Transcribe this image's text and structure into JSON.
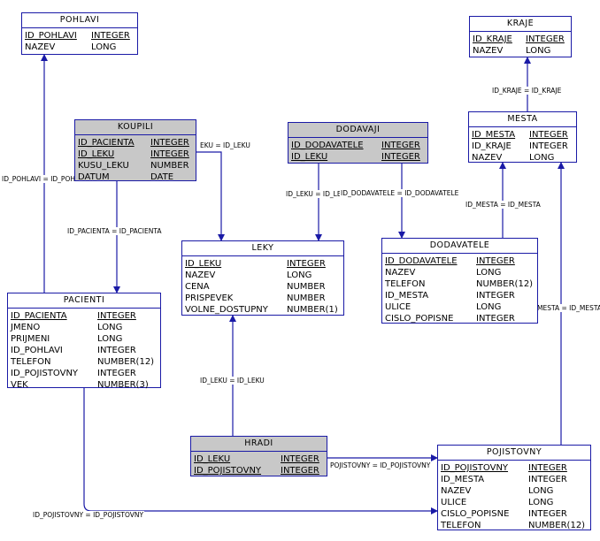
{
  "entities": {
    "pohlavi": {
      "name": "POHLAVI",
      "columns": [
        {
          "name": "ID_POHLAVI",
          "type": "INTEGER",
          "pk": true
        },
        {
          "name": "NAZEV",
          "type": "LONG",
          "pk": false
        }
      ]
    },
    "kraje": {
      "name": "KRAJE",
      "columns": [
        {
          "name": "ID_KRAJE",
          "type": "INTEGER",
          "pk": true
        },
        {
          "name": "NAZEV",
          "type": "LONG",
          "pk": false
        }
      ]
    },
    "koupili": {
      "name": "KOUPILI",
      "columns": [
        {
          "name": "ID_PACIENTA",
          "type": "INTEGER",
          "pk": true
        },
        {
          "name": "ID_LEKU",
          "type": "INTEGER",
          "pk": true
        },
        {
          "name": "KUSU_LEKU",
          "type": "NUMBER",
          "pk": false
        },
        {
          "name": "DATUM",
          "type": "DATE",
          "pk": false
        }
      ]
    },
    "dodavaji": {
      "name": "DODAVAJI",
      "columns": [
        {
          "name": "ID_DODAVATELE",
          "type": "INTEGER",
          "pk": true
        },
        {
          "name": "ID_LEKU",
          "type": "INTEGER",
          "pk": true
        }
      ]
    },
    "mesta": {
      "name": "MESTA",
      "columns": [
        {
          "name": "ID_MESTA",
          "type": "INTEGER",
          "pk": true
        },
        {
          "name": "ID_KRAJE",
          "type": "INTEGER",
          "pk": false
        },
        {
          "name": "NAZEV",
          "type": "LONG",
          "pk": false
        }
      ]
    },
    "leky": {
      "name": "LEKY",
      "columns": [
        {
          "name": "ID_LEKU",
          "type": "INTEGER",
          "pk": true
        },
        {
          "name": "NAZEV",
          "type": "LONG",
          "pk": false
        },
        {
          "name": "CENA",
          "type": "NUMBER",
          "pk": false
        },
        {
          "name": "PRISPEVEK",
          "type": "NUMBER",
          "pk": false
        },
        {
          "name": "VOLNE_DOSTUPNY",
          "type": "NUMBER(1)",
          "pk": false
        }
      ]
    },
    "dodavatele": {
      "name": "DODAVATELE",
      "columns": [
        {
          "name": "ID_DODAVATELE",
          "type": "INTEGER",
          "pk": true
        },
        {
          "name": "NAZEV",
          "type": "LONG",
          "pk": false
        },
        {
          "name": "TELEFON",
          "type": "NUMBER(12)",
          "pk": false
        },
        {
          "name": "ID_MESTA",
          "type": "INTEGER",
          "pk": false
        },
        {
          "name": "ULICE",
          "type": "LONG",
          "pk": false
        },
        {
          "name": "CISLO_POPISNE",
          "type": "INTEGER",
          "pk": false
        }
      ]
    },
    "pacienti": {
      "name": "PACIENTI",
      "columns": [
        {
          "name": "ID_PACIENTA",
          "type": "INTEGER",
          "pk": true
        },
        {
          "name": "JMENO",
          "type": "LONG",
          "pk": false
        },
        {
          "name": "PRIJMENI",
          "type": "LONG",
          "pk": false
        },
        {
          "name": "ID_POHLAVI",
          "type": "INTEGER",
          "pk": false
        },
        {
          "name": "TELEFON",
          "type": "NUMBER(12)",
          "pk": false
        },
        {
          "name": "ID_POJISTOVNY",
          "type": "INTEGER",
          "pk": false
        },
        {
          "name": "VEK",
          "type": "NUMBER(3)",
          "pk": false
        }
      ]
    },
    "hradi": {
      "name": "HRADI",
      "columns": [
        {
          "name": "ID_LEKU",
          "type": "INTEGER",
          "pk": true
        },
        {
          "name": "ID_POJISTOVNY",
          "type": "INTEGER",
          "pk": true
        }
      ]
    },
    "pojistovny": {
      "name": "POJISTOVNY",
      "columns": [
        {
          "name": "ID_POJISTOVNY",
          "type": "INTEGER",
          "pk": true
        },
        {
          "name": "ID_MESTA",
          "type": "INTEGER",
          "pk": false
        },
        {
          "name": "NAZEV",
          "type": "LONG",
          "pk": false
        },
        {
          "name": "ULICE",
          "type": "LONG",
          "pk": false
        },
        {
          "name": "CISLO_POPISNE",
          "type": "INTEGER",
          "pk": false
        },
        {
          "name": "TELEFON",
          "type": "NUMBER(12)",
          "pk": false
        }
      ]
    }
  },
  "relationships": {
    "mesta_kraje": "ID_KRAJE = ID_KRAJE",
    "pacienti_pohlavi": "ID_POHLAVI = ID_POH",
    "koupili_leky": "EKU = ID_LEKU",
    "koupili_pacienti": "ID_PACIENTA = ID_PACIENTA",
    "dodavaji_leky": "ID_LEKU = ID_LE",
    "dodavaji_dodavatele": "ID_DODAVATELE = ID_DODAVATELE",
    "dodavatele_mesta": "ID_MESTA = ID_MESTA",
    "pojistovny_mesta": "MESTA = ID_MESTA",
    "hradi_leky": "ID_LEKU = ID_LEKU",
    "hradi_pojistovny": "POJISTOVNY = ID_POJISTOVNY",
    "pacienti_pojistovny": "ID_POJISTOVNY = ID_POJISTOVNY"
  },
  "colors": {
    "line": "#1a1aa6",
    "associative_fill": "#c8c8c8"
  }
}
